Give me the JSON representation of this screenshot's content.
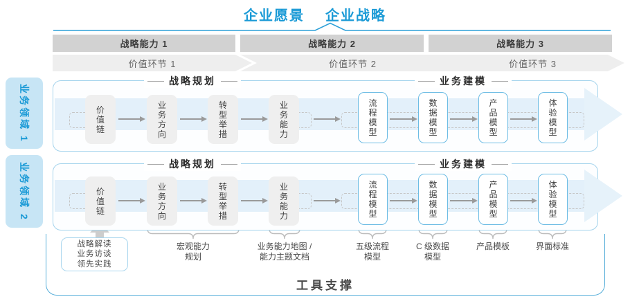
{
  "title": {
    "vision": "企业愿景",
    "strategy": "企业战略"
  },
  "capability_bars": [
    "战略能力 1",
    "战略能力 2",
    "战略能力 3"
  ],
  "value_chevrons": [
    "价值环节 1",
    "价值环节 2",
    "价值环节 3"
  ],
  "domains": [
    {
      "label": "业务领域 1",
      "planning_header": "战略规划",
      "modeling_header": "业务建模",
      "planning_boxes": [
        "价值链",
        "业务方向",
        "转型举措",
        "业务能力"
      ],
      "modeling_boxes": [
        "流程模型",
        "数据模型",
        "产品模型",
        "体验模型"
      ]
    },
    {
      "label": "业务领域 2",
      "planning_header": "战略规划",
      "modeling_header": "业务建模",
      "planning_boxes": [
        "价值链",
        "业务方向",
        "转型举措",
        "业务能力"
      ],
      "modeling_boxes": [
        "流程模型",
        "数据模型",
        "产品模型",
        "体验模型"
      ]
    }
  ],
  "practice_box": {
    "lines": [
      "战略解读",
      "业务访谈",
      "领先实践"
    ]
  },
  "annotations": [
    {
      "lines": [
        "宏观能力",
        "规划"
      ]
    },
    {
      "lines": [
        "业务能力地图 /",
        "能力主题文档"
      ]
    },
    {
      "lines": [
        "五级流程",
        "模型"
      ]
    },
    {
      "lines": [
        "C 级数据",
        "模型"
      ]
    },
    {
      "lines": [
        "产品模板",
        ""
      ]
    },
    {
      "lines": [
        "界面标准",
        ""
      ]
    }
  ],
  "tool_support": {
    "label": "工具支撑"
  },
  "colors": {
    "accent_blue": "#1a9ad6",
    "domain_border": "#a3d3ec",
    "model_box_border": "#6cbce4",
    "band_blue": "#e3f0fa",
    "label_bg": "#c7e5f5",
    "capbar_gray": "#d2d2d2",
    "chevron_gray": "#eeeeee",
    "arrow_gray": "#9a9a9a",
    "container_border": "#54add9"
  }
}
